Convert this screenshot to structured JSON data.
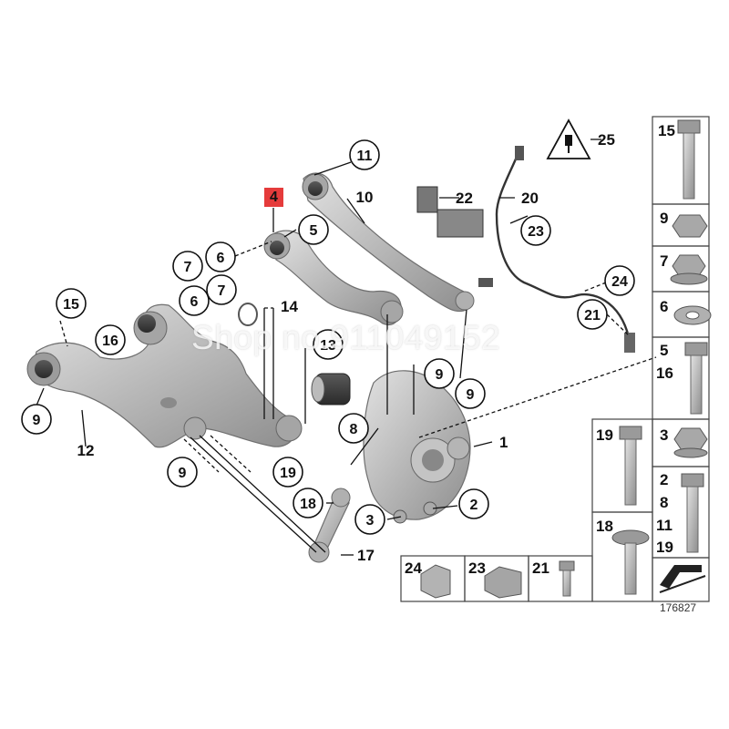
{
  "diagram": {
    "highlighted_part": "4",
    "diagram_number": "176827",
    "watermark": "Shop no.911049152",
    "callouts": {
      "c11": "11",
      "c10": "10",
      "c5": "5",
      "c7a": "7",
      "c6a": "6",
      "c6b": "6",
      "c7b": "7",
      "c14": "14",
      "c15": "15",
      "c16": "16",
      "c13": "13",
      "c9a": "9",
      "c12": "12",
      "c9b": "9",
      "c19": "19",
      "c18": "18",
      "c17": "17",
      "c3": "3",
      "c2": "2",
      "c1": "1",
      "c8": "8",
      "c9c": "9",
      "c9d": "9",
      "c22": "22",
      "c20": "20",
      "c23": "23",
      "c25": "25",
      "c24": "24",
      "c21": "21"
    },
    "table": {
      "r15": "15",
      "r9": "9",
      "r7": "7",
      "r6": "6",
      "r5": "5",
      "r16": "16",
      "r19": "19",
      "r3": "3",
      "r2": "2",
      "r8": "8",
      "r11": "11",
      "r19b": "19",
      "r18": "18",
      "r24": "24",
      "r23": "23",
      "r21": "21"
    }
  },
  "colors": {
    "highlight": "#e53b3b",
    "part_metal": "#b9b9b9",
    "line": "#111111"
  }
}
